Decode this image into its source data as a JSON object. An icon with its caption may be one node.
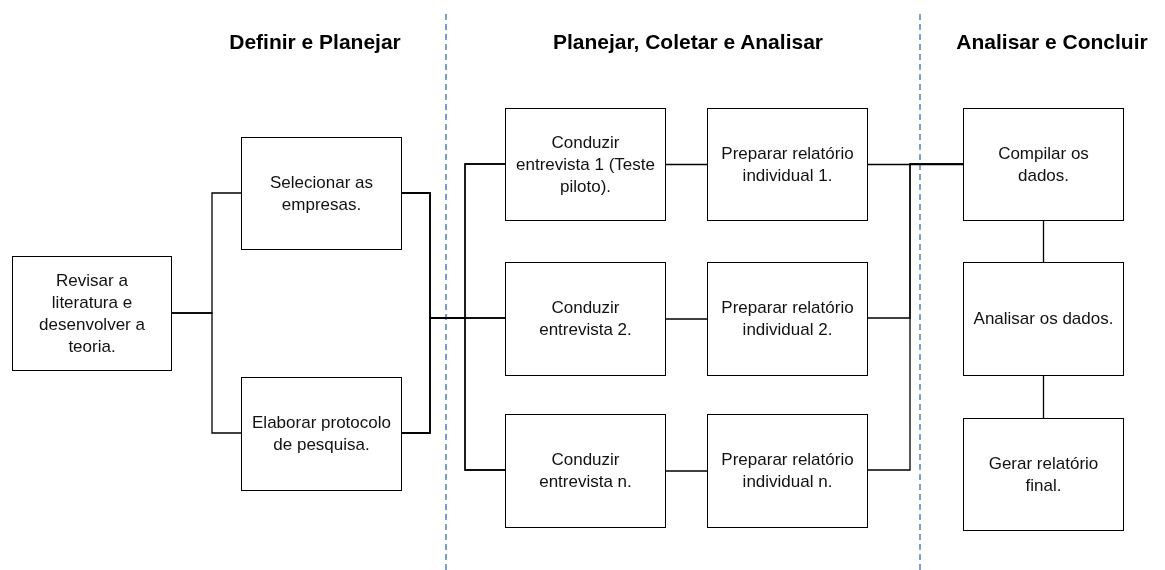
{
  "diagram": {
    "nodes": [
      {
        "text": [
          "Revisar a literatura e desenvolver a teoria."
        ]
      },
      {
        "text": [
          "Selecionar as empresas."
        ]
      },
      {
        "text": [
          "Elaborar protocolo de pesquisa."
        ]
      },
      {
        "text": [
          "Conduzir entrevista 1 (Teste piloto)."
        ]
      },
      {
        "text": [
          "Preparar relatório individual 1."
        ]
      },
      {
        "text": [
          "Conduzir entrevista 2."
        ]
      },
      {
        "text": [
          "Preparar relatório individual 2."
        ]
      },
      {
        "text": [
          "Conduzir entrevista n."
        ]
      },
      {
        "text": [
          "Preparar relatório individual n."
        ]
      },
      {
        "text": [
          "Compilar os dados."
        ]
      },
      {
        "text": [
          "Analisar os dados."
        ]
      },
      {
        "text": [
          "Gerar relatório final."
        ]
      }
    ],
    "edges": [
      {
        "from": 0,
        "to": 1,
        "arrow": "none"
      },
      {
        "from": 0,
        "to": 2,
        "arrow": "none"
      },
      {
        "from": 1,
        "to": 3,
        "arrow": "none"
      },
      {
        "from": 1,
        "to": 5,
        "arrow": "none"
      },
      {
        "from": 1,
        "to": 7,
        "arrow": "none"
      },
      {
        "from": 2,
        "to": 3,
        "arrow": "none"
      },
      {
        "from": 2,
        "to": 5,
        "arrow": "none"
      },
      {
        "from": 2,
        "to": 7,
        "arrow": "none"
      },
      {
        "from": 3,
        "to": 4,
        "arrow": "none"
      },
      {
        "from": 5,
        "to": 6,
        "arrow": "none"
      },
      {
        "from": 7,
        "to": 8,
        "arrow": "none"
      },
      {
        "from": 4,
        "to": 9,
        "arrow": "none"
      },
      {
        "from": 6,
        "to": 9,
        "arrow": "none"
      },
      {
        "from": 8,
        "to": 9,
        "arrow": "none"
      },
      {
        "from": 9,
        "to": 10,
        "arrow": "none"
      },
      {
        "from": 10,
        "to": 11,
        "arrow": "none"
      }
    ],
    "labels": [
      "Definir e Planejar",
      "Planejar, Coletar e Analisar",
      "Analisar e Concluir"
    ]
  }
}
